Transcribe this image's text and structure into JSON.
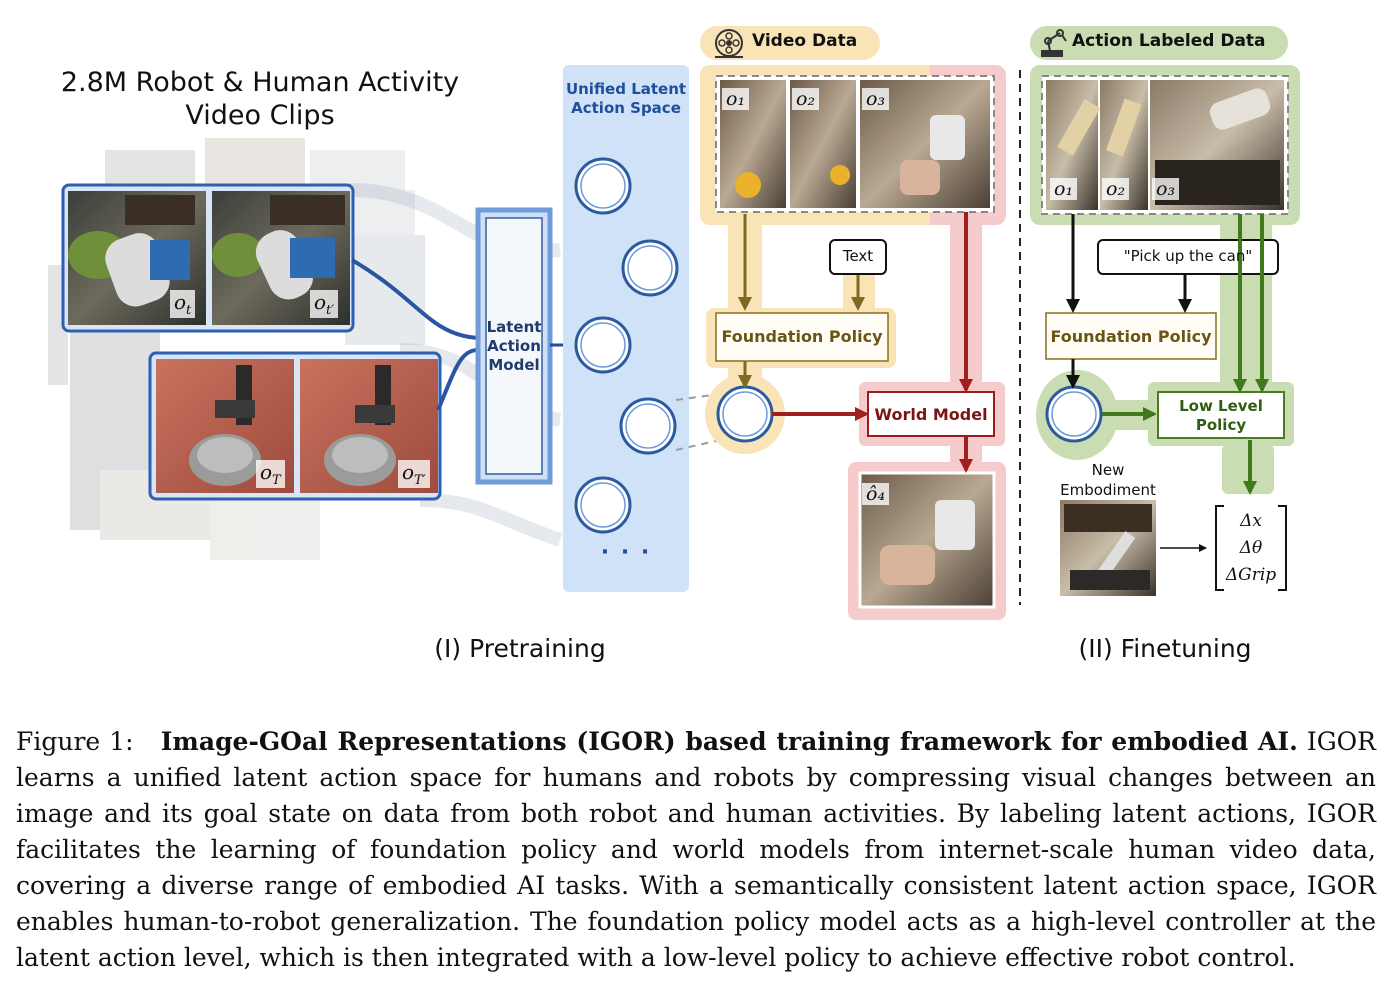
{
  "title_left": "2.8M Robot & Human Activity\nVideo Clips",
  "unified_space_label": "Unified Latent\nAction Space",
  "lam_label": "Latent\nAction\nModel",
  "video_data_label": "Video Data",
  "action_labeled_label": "Action Labeled Data",
  "text_box": "Text",
  "instruction_box": "\"Pick up the can\"",
  "foundation_policy_left": "Foundation Policy",
  "foundation_policy_right": "Foundation Policy",
  "world_model": "World Model",
  "low_level_policy": "Low Level\nPolicy",
  "new_embodiment": "New\nEmbodiment",
  "ellipsis": "· · ·",
  "obs_labels": {
    "ot": "o",
    "ot_sub": "t",
    "otp": "o",
    "otp_sub": "t′",
    "oT": "o",
    "oT_sub": "T",
    "oTp": "o",
    "oTp_sub": "T′",
    "v1": "o₁",
    "v2": "o₂",
    "v3": "o₃",
    "a1": "o₁",
    "a2": "o₂",
    "a3": "o₃",
    "pred": "ô₄"
  },
  "action_vector": [
    "Δx",
    "Δθ",
    "ΔGrip"
  ],
  "section_pretraining": "(I) Pretraining",
  "section_finetuning": "(II) Finetuning",
  "caption": {
    "prefix": "Figure 1:",
    "bold": "Image-GOal Representations (IGOR) based training framework for embodied AI.",
    "rest": " IGOR learns a unified latent action space for humans and robots by compressing visual changes between an image and its goal state on data from both robot and human activities. By labeling latent actions, IGOR facilitates the learning of foundation policy and world models from internet-scale human video data, covering a diverse range of embodied AI tasks. With a semantically consistent latent action space, IGOR enables human-to-robot generalization. The foundation policy model acts as a high-level controller at the latent action level, which is then integrated with a low-level policy to achieve effective robot control."
  },
  "colors": {
    "blue_dark": "#1f4e9c",
    "blue_light": "#cfe2f7",
    "yellow_bg": "#f9e6b8",
    "yellow_dark": "#8a6f1b",
    "red_bg": "#f6cccc",
    "red_dark": "#9b1c1c",
    "green_bg": "#c9dcb2",
    "green_dark": "#4a7d22"
  }
}
